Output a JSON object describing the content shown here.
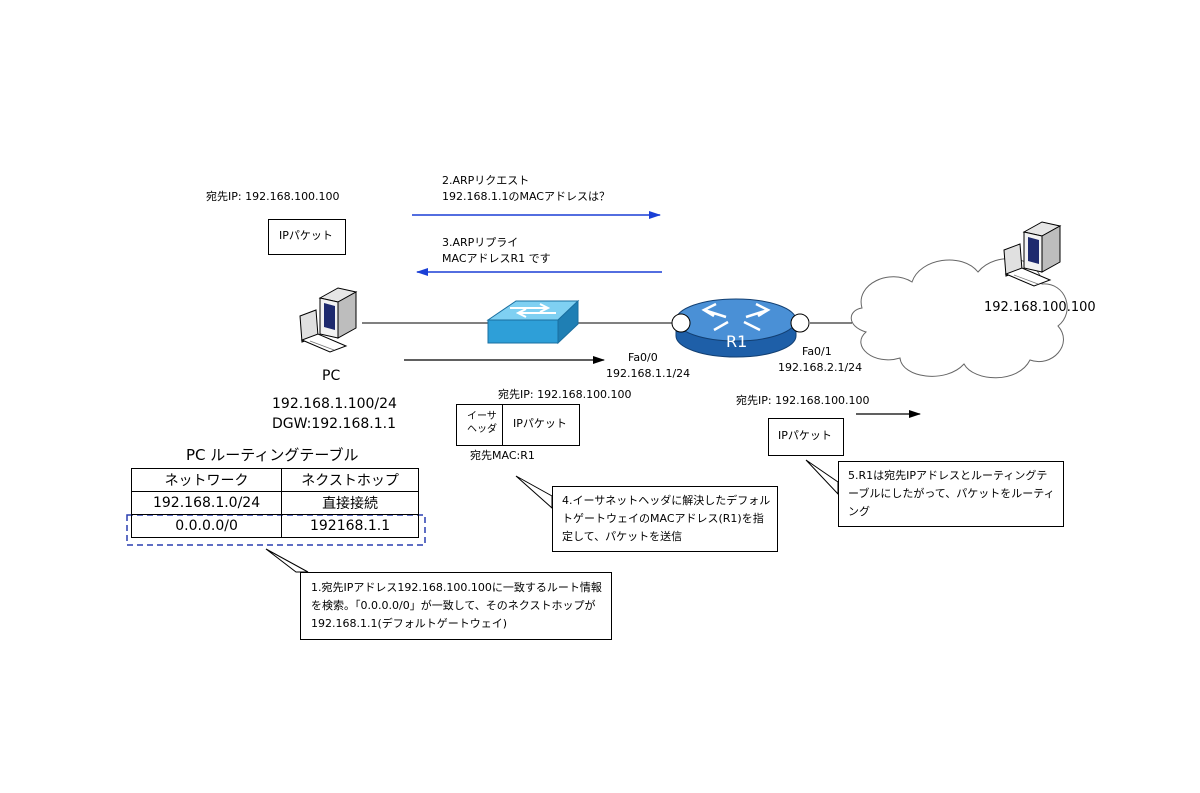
{
  "arrows": {
    "arp_request_line1": "2.ARPリクエスト",
    "arp_request_line2": "192.168.1.1のMACアドレスは？",
    "arp_reply_line1": "3.ARPリプライ",
    "arp_reply_line2": "MACアドレスR1 です"
  },
  "pc_side": {
    "dest_ip": "宛先IP: 192.168.100.100",
    "ip_packet": "IPパケット",
    "label": "PC",
    "ip": "192.168.1.100/24",
    "dgw": "DGW:192.168.1.1"
  },
  "router": {
    "name": "R1",
    "fa00_name": "Fa0/0",
    "fa00_ip": "192.168.1.1/24",
    "fa01_name": "Fa0/1",
    "fa01_ip": "192.168.2.1/24"
  },
  "remote": {
    "ip": "192.168.100.100"
  },
  "frame": {
    "dest_ip": "宛先IP: 192.168.100.100",
    "eth_header_line1": "イーサ",
    "eth_header_line2": "ヘッダ",
    "ip_packet": "IPパケット",
    "dest_mac": "宛先MAC:R1"
  },
  "forwarded": {
    "dest_ip": "宛先IP: 192.168.100.100",
    "ip_packet": "IPパケット"
  },
  "routing_table": {
    "title": "PC ルーティングテーブル",
    "headers": [
      "ネットワーク",
      "ネクストホップ"
    ],
    "rows": [
      [
        "192.168.1.0/24",
        "直接接続"
      ],
      [
        "0.0.0.0/0",
        "192168.1.1"
      ]
    ]
  },
  "callouts": {
    "step1": "1.宛先IPアドレス192.168.100.100に一致するルート情報を検索。「0.0.0.0/0」が一致して、そのネクストホップが192.168.1.1(デフォルトゲートウェイ)",
    "step4": "4.イーサネットヘッダに解決したデフォルトゲートウェイのMACアドレス(R1)を指定して、パケットを送信",
    "step5": "5.R1は宛先IPアドレスとルーティングテーブルにしたがって、パケットをルーティング"
  },
  "colors": {
    "arp_arrow": "#1a3fd6",
    "table_highlight": "#2a3fb0",
    "switch": "#2e9fd8",
    "router": "#1e5fa8"
  }
}
